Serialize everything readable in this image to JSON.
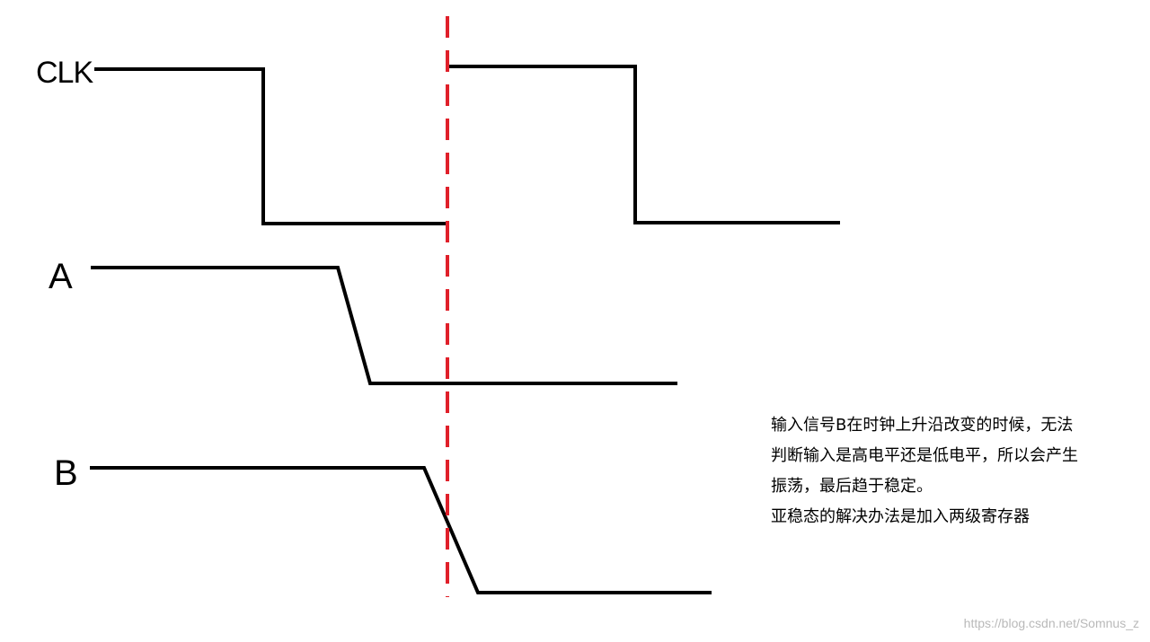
{
  "signals": {
    "clk": {
      "label": "CLK"
    },
    "a": {
      "label": "A"
    },
    "b": {
      "label": "B"
    }
  },
  "note": {
    "lines": [
      "输入信号B在时钟上升沿改变的时候，无法",
      "判断输入是高电平还是低电平，所以会产生",
      "振荡，最后趋于稳定。",
      "亚稳态的解决办法是加入两级寄存器"
    ]
  },
  "watermark": "https://blog.csdn.net/Somnus_z",
  "colors": {
    "waveform": "#000000",
    "clock_edge_marker": "#e0202a",
    "background": "#ffffff"
  }
}
